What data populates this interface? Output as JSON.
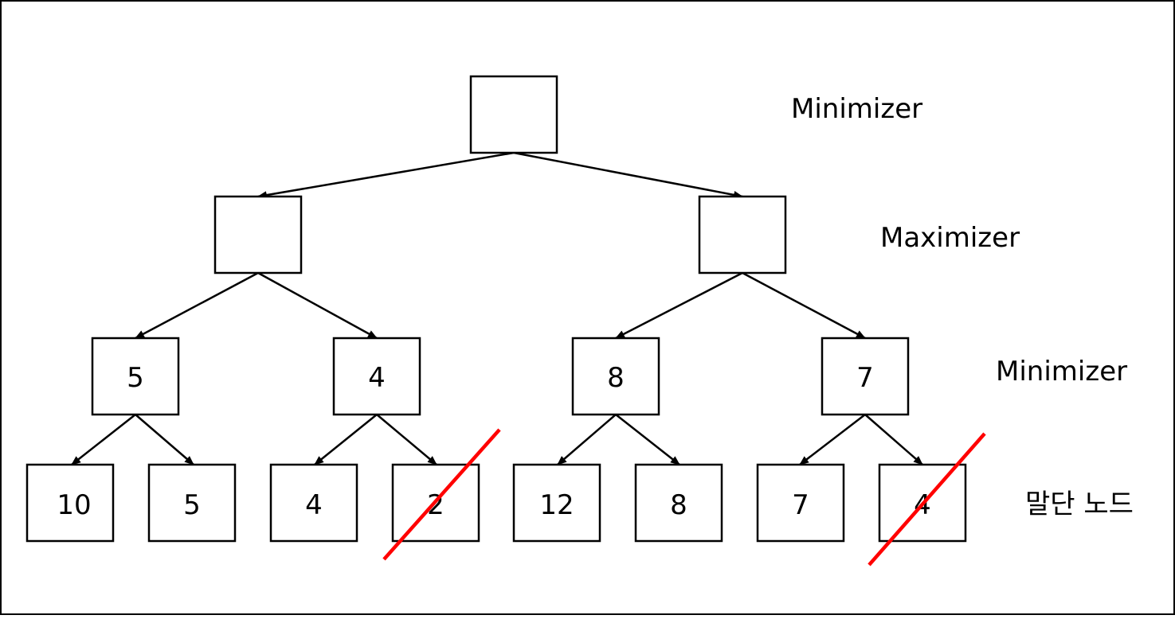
{
  "level_labels": {
    "root": "Minimizer",
    "level1": "Maximizer",
    "level2": "Minimizer",
    "leaves": "말단 노드"
  },
  "nodes": {
    "root": "",
    "max_left": "",
    "max_right": "",
    "min_1": "5",
    "min_2": "4",
    "min_3": "8",
    "min_4": "7",
    "leaf_1": "10",
    "leaf_2": "5",
    "leaf_3": "4",
    "leaf_4": "2",
    "leaf_5": "12",
    "leaf_6": "8",
    "leaf_7": "7",
    "leaf_8": "4"
  },
  "pruned_leaves": [
    "leaf_4",
    "leaf_8"
  ],
  "colors": {
    "stroke": "#000000",
    "background": "#ffffff",
    "prune_mark": "#ff0000"
  }
}
